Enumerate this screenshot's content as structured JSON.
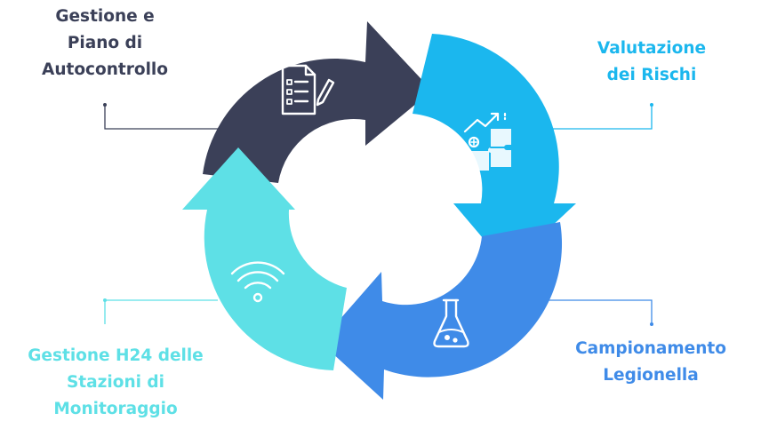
{
  "colors": {
    "dark": "#3b4058",
    "sky": "#1bb7ee",
    "blue": "#3f8be8",
    "cyan": "#5ee0e6",
    "background": "#ffffff"
  },
  "steps": [
    {
      "lines": [
        "Gestione e",
        "Piano di",
        "Autocontrollo"
      ],
      "icon": "document-checklist-icon",
      "color": "#3b4058"
    },
    {
      "lines": [
        "Valutazione",
        "dei Rischi"
      ],
      "icon": "puzzle-growth-icon",
      "color": "#1bb7ee"
    },
    {
      "lines": [
        "Campionamento",
        "Legionella"
      ],
      "icon": "lab-flask-icon",
      "color": "#3f8be8"
    },
    {
      "lines": [
        "Gestione H24 delle",
        "Stazioni di",
        "Monitoraggio"
      ],
      "icon": "wifi-signal-icon",
      "color": "#5ee0e6"
    }
  ]
}
